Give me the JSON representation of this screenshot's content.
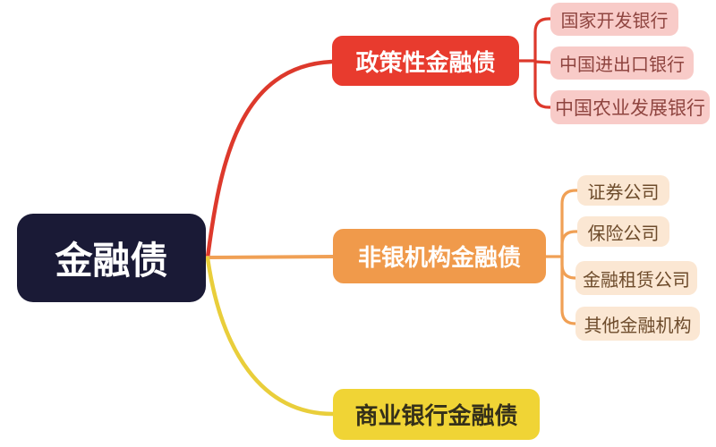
{
  "root": {
    "label": "金融债",
    "bg_color": "#1a1a36",
    "text_color": "#ffffff"
  },
  "branches": [
    {
      "label": "政策性金融债",
      "node_color": "#e83b2e",
      "node_text_color": "#ffffff",
      "line_color": "#dd392c",
      "leaf_bg_color": "#f8cbc8",
      "leaf_text_color": "#8f4540",
      "children": [
        {
          "label": "国家开发银行"
        },
        {
          "label": "中国进出口银行"
        },
        {
          "label": "中国农业发展银行"
        }
      ]
    },
    {
      "label": "非银机构金融债",
      "node_color": "#f09a4b",
      "node_text_color": "#ffffff",
      "line_color": "#f0a055",
      "leaf_bg_color": "#fbe7d3",
      "leaf_text_color": "#6d4b2b",
      "children": [
        {
          "label": "证券公司"
        },
        {
          "label": "保险公司"
        },
        {
          "label": "金融租赁公司"
        },
        {
          "label": "其他金融机构"
        }
      ]
    },
    {
      "label": "商业银行金融债",
      "node_color": "#f0d435",
      "node_text_color": "#35301a",
      "line_color": "#e9ce3b",
      "children": []
    }
  ]
}
